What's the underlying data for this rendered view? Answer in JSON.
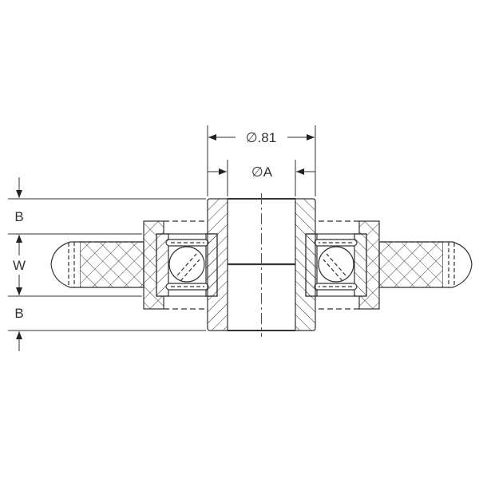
{
  "drawing": {
    "dimensions": {
      "outer_diameter": "∅.81",
      "bore_diameter": "∅A",
      "flange_top": "B",
      "width": "W",
      "flange_bottom": "B"
    },
    "colors": {
      "line": "#333333",
      "background": "#ffffff"
    }
  }
}
